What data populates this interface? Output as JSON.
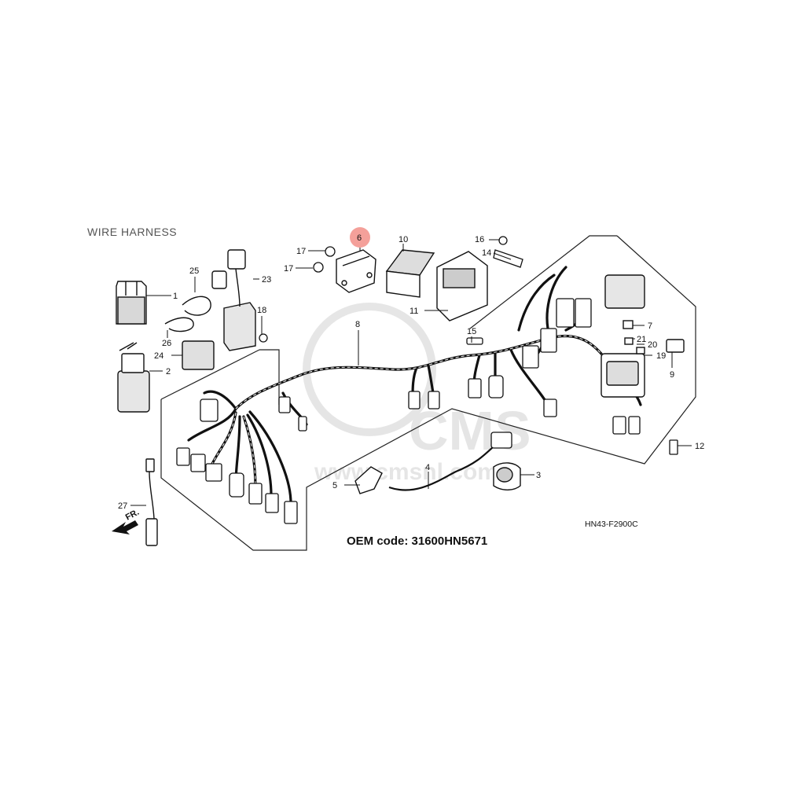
{
  "diagram": {
    "title": "WIRE HARNESS",
    "oem_code": "OEM code: 31600HN5671",
    "drawing_code": "HN43-F2900C",
    "front_label": "FR.",
    "watermark": "www.cmsnl.com",
    "watermark_logo": "CMS",
    "highlight_color": "#f4a09a",
    "callouts": [
      "1",
      "2",
      "3",
      "4",
      "5",
      "6",
      "7",
      "8",
      "9",
      "10",
      "11",
      "12",
      "14",
      "15",
      "16",
      "17",
      "17",
      "18",
      "19",
      "20",
      "21",
      "23",
      "24",
      "25",
      "26",
      "27"
    ]
  }
}
